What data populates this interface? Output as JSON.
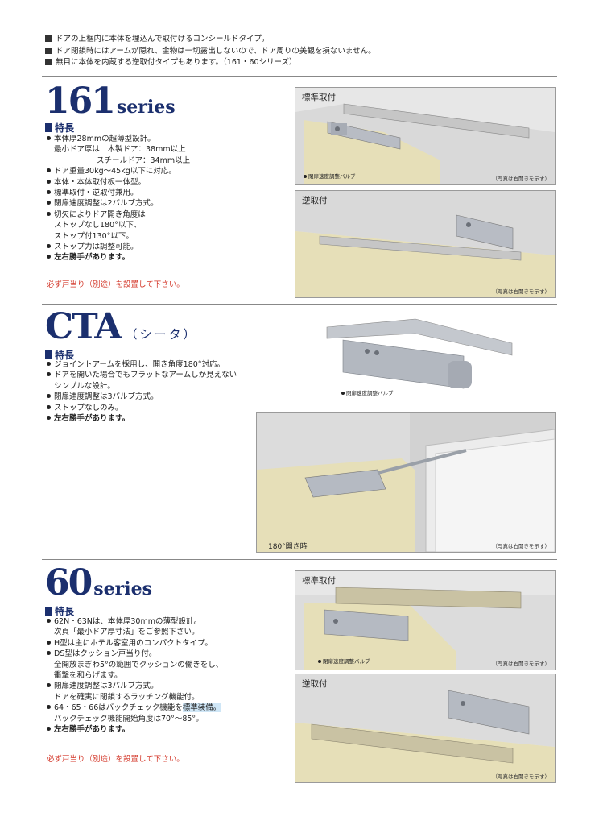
{
  "intro": [
    "ドアの上框内に本体を埋込んで取付けるコンシールドタイプ。",
    "ドア閉鎖時にはアームが隠れ、金物は一切露出しないので、ドア周りの美観を損ないません。",
    "無目に本体を内蔵する逆取付タイプもあります。（161・60シリーズ）"
  ],
  "s161": {
    "title_num": "161",
    "title_word": "series",
    "feature_head": "特長",
    "features": [
      {
        "text": "本体厚28mmの超薄型設計。",
        "cont": [
          "最小ドア厚は　木製ドア：38mm以上"
        ],
        "cont2": [
          "スチールドア：34mm以上"
        ]
      },
      {
        "text": "ドア重量30kg～45kg以下に対応。"
      },
      {
        "text": "本体・本体取付板一体型。"
      },
      {
        "text": "標準取付・逆取付兼用。"
      },
      {
        "text": "閉扉速度調整は2バルブ方式。"
      },
      {
        "text": "切欠によりドア開き角度は",
        "cont": [
          "ストップなし180°以下、",
          "ストップ付130°以下。"
        ]
      },
      {
        "text": "ストップ力は調整可能。"
      },
      {
        "text": "左右勝手があります。",
        "bold": true
      }
    ],
    "note": "必ず戸当り（別途）を設置して下さい。",
    "photo1": {
      "title": "標準取付",
      "valve": "閉扉速度調整バルブ",
      "caption": "（写真は右開きを示す）"
    },
    "photo2": {
      "title": "逆取付",
      "caption": "（写真は右開きを示す）"
    }
  },
  "cta": {
    "title_word": "CTA",
    "title_kana": "（シータ）",
    "feature_head": "特長",
    "features": [
      {
        "text": "ジョイントアームを採用し、開き角度180°対応。"
      },
      {
        "text": "ドアを開いた場合でもフラットなアームしか見えない",
        "cont": [
          "シンプルな設計。"
        ]
      },
      {
        "text": "閉扉速度調整は3バルブ方式。"
      },
      {
        "text": "ストップなしのみ。"
      },
      {
        "text": "左右勝手があります。",
        "bold": true
      }
    ],
    "valve": "閉扉速度調整バルブ",
    "photo": {
      "label": "180°開き時",
      "caption": "（写真は右開きを示す）"
    }
  },
  "s60": {
    "title_num": "60",
    "title_word": "series",
    "feature_head": "特長",
    "features": [
      {
        "text": "62N・63Nは、本体厚30mmの薄型設計。",
        "cont": [
          "次頁「最小ドア厚寸法」をご参照下さい。"
        ]
      },
      {
        "text": "H型は主にホテル客室用のコンパクトタイプ。"
      },
      {
        "text": "DS型はクッション戸当り付。",
        "cont": [
          "全開放まぎわ5°の範囲でクッションの働きをし、",
          "衝撃を和らげます。"
        ]
      },
      {
        "text": "閉扉速度調整は3バルブ方式。",
        "cont": [
          "ドアを確実に閉鎖するラッチング機能付。"
        ]
      },
      {
        "text_a": "64・65・66はバックチェック機能を",
        "text_hl": "標準装備。",
        "cont": [
          "バックチェック機能開始角度は70°～85°。"
        ]
      },
      {
        "text": "左右勝手があります。",
        "bold": true
      }
    ],
    "note": "必ず戸当り（別途）を設置して下さい。",
    "photo1": {
      "title": "標準取付",
      "valve": "閉扉速度調整バルブ",
      "caption": "（写真は右開きを示す）"
    },
    "photo2": {
      "title": "逆取付",
      "caption": "（写真は右開きを示す）"
    }
  }
}
